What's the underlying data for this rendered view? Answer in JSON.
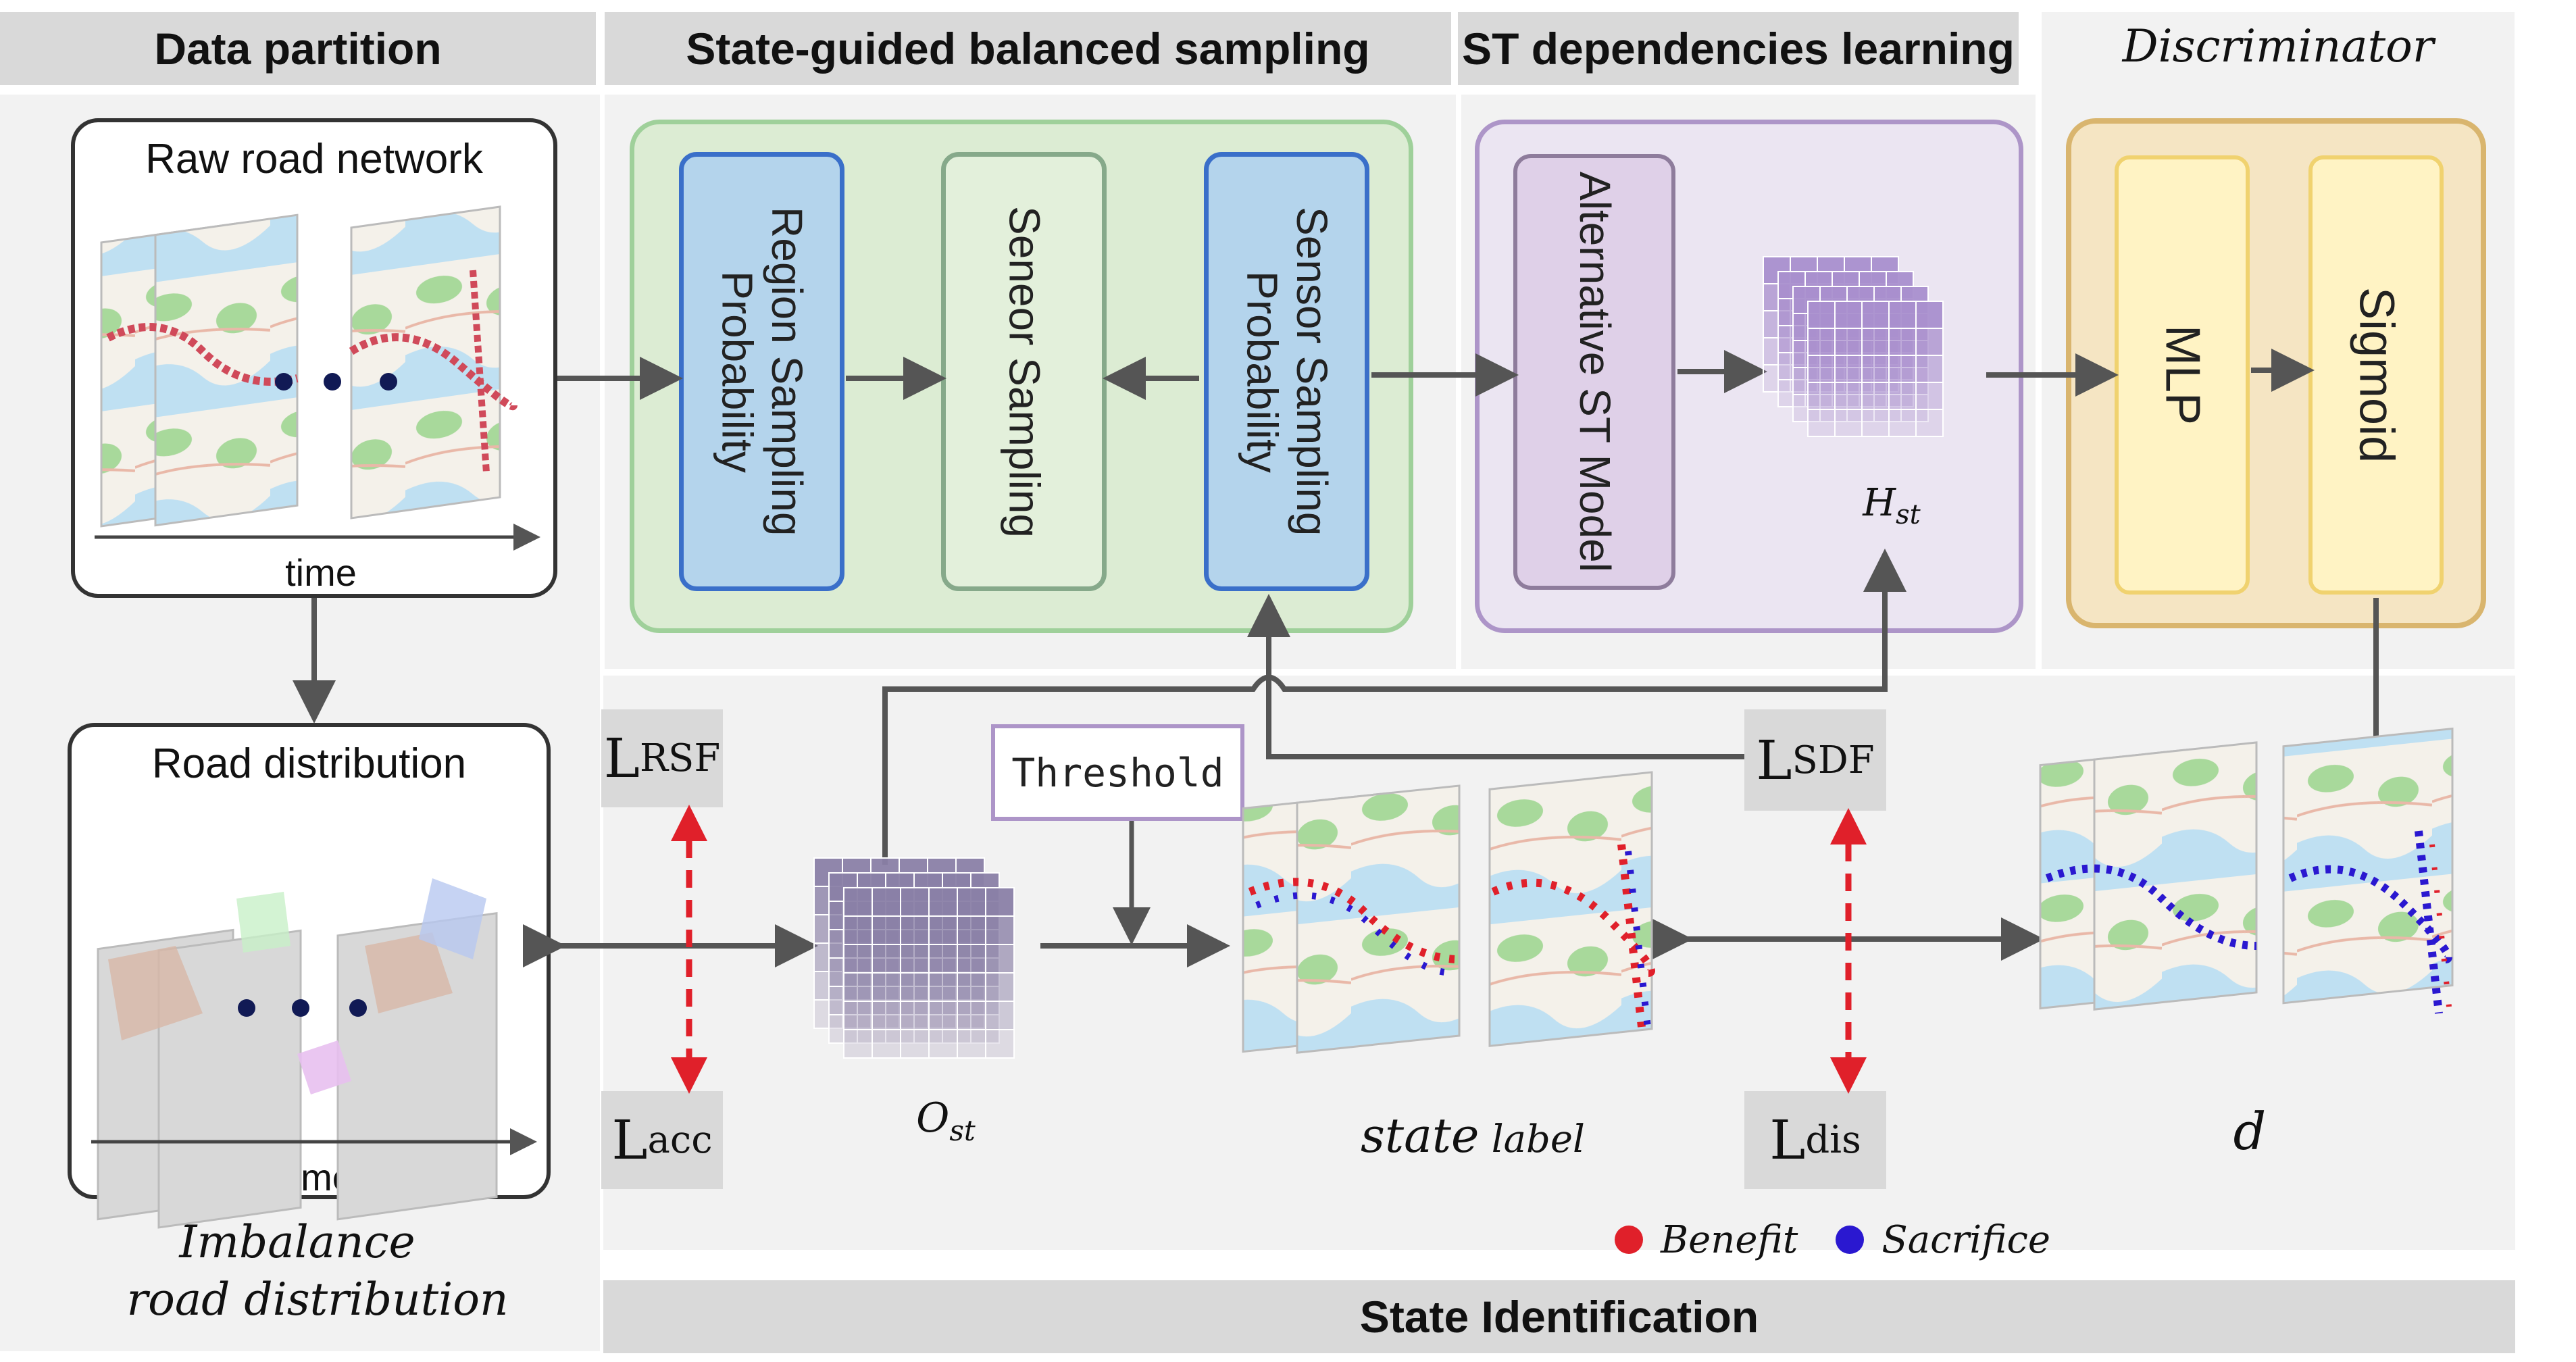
{
  "headers": {
    "data_partition": "Data partition",
    "sampling": "State-guided balanced sampling",
    "st_learning": "ST dependencies learning",
    "discriminator": "Discriminator",
    "state_identification": "State Identification"
  },
  "data_partition": {
    "raw_title": "Raw road network",
    "raw_time": "time",
    "dist_title": "Road distribution",
    "dist_time": "time",
    "imbalance_line1": "Imbalance",
    "imbalance_line2": "road distribution"
  },
  "sampling": {
    "region_prob": "Region Sampling Probability",
    "sensor_sampling": "Seneor Sampling",
    "sensor_prob": "Sensor Sampling Probability"
  },
  "st_learning": {
    "model": "Alternative ST Model",
    "h_main": "H",
    "h_sub": "st"
  },
  "discriminator": {
    "mlp": "MLP",
    "sigmoid": "Sigmoid"
  },
  "losses": {
    "rsf_main": "L",
    "rsf_sub": "RSF",
    "acc_main": "L",
    "acc_sub": "acc",
    "sdf_main": "L",
    "sdf_sub": "SDF",
    "dis_main": "L",
    "dis_sub": "dis"
  },
  "state": {
    "threshold": "Threshold",
    "o_main": "O",
    "o_sub": "st",
    "state_label_a": "state",
    "state_label_b": "label",
    "d_label": "d",
    "legend_benefit": "Benefit",
    "legend_sacrifice": "Sacrifice"
  },
  "colors": {
    "benefit": "#e0202a",
    "sacrifice": "#2a18d0",
    "blue_box": "#b4d4ec",
    "green_box": "#e3f0db",
    "purple_box": "#e4d8ea",
    "yellow_box": "#fff3c4",
    "o_grid": "#8a7fa6",
    "h_grid": "#a98fcd"
  }
}
